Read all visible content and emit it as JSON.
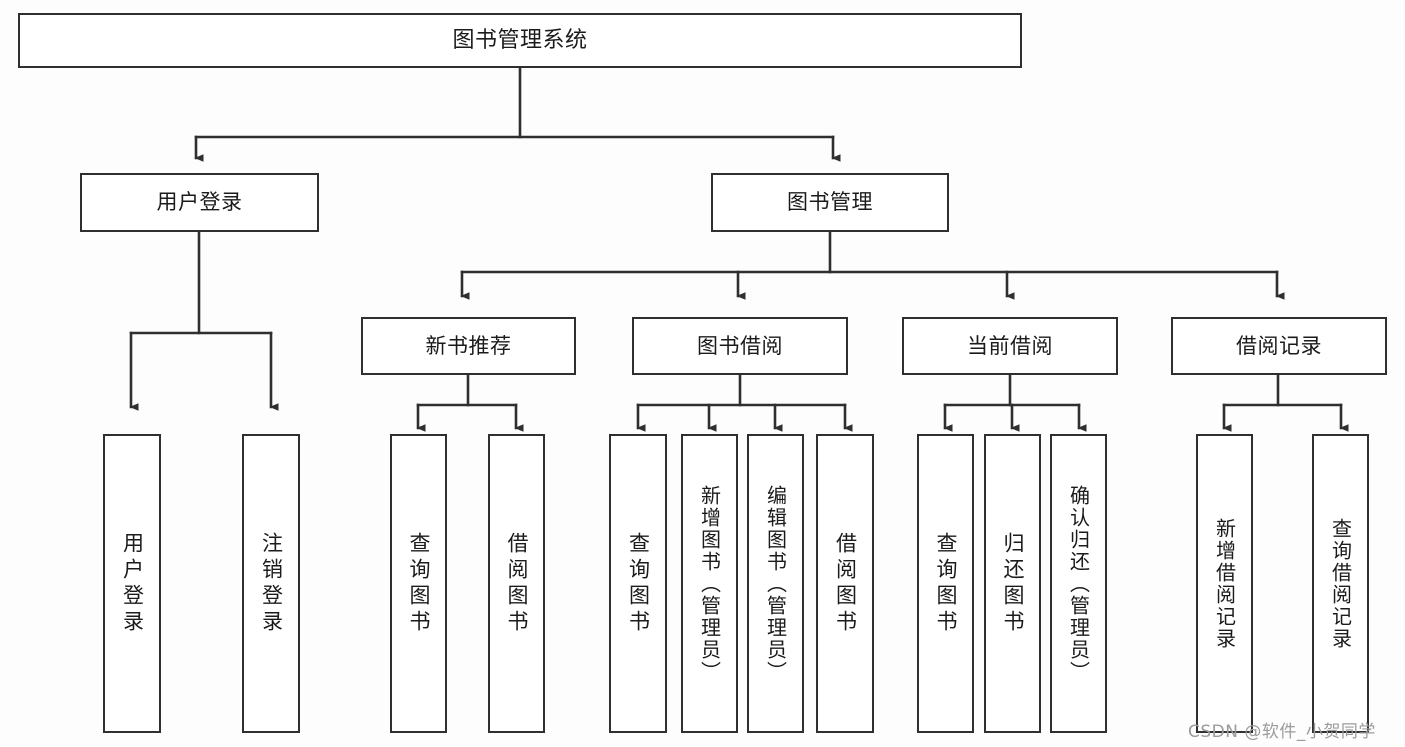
{
  "diagram": {
    "title": "图书管理系统",
    "type": "tree",
    "colors": {
      "border": "#2f2f2f",
      "node_fill": "#ffffff",
      "edge": "#2f2f2f",
      "text": "#1b1b1b",
      "background": "#fdfdfd",
      "watermark": "#9b9b9b"
    },
    "root": {
      "label": "图书管理系统"
    },
    "level2": [
      {
        "label": "用户登录"
      },
      {
        "label": "图书管理"
      }
    ],
    "level3": [
      {
        "label": "新书推荐"
      },
      {
        "label": "图书借阅"
      },
      {
        "label": "当前借阅"
      },
      {
        "label": "借阅记录"
      }
    ],
    "leaves": {
      "user_login": [
        {
          "label": "用户登录"
        },
        {
          "label": "注销登录"
        }
      ],
      "new_book_recommend": [
        {
          "label": "查询图书"
        },
        {
          "label": "借阅图书"
        }
      ],
      "book_borrow": [
        {
          "label": "查询图书"
        },
        {
          "label": "新增图书（管理员）"
        },
        {
          "label": "编辑图书（管理员）"
        },
        {
          "label": "借阅图书"
        }
      ],
      "current_borrow": [
        {
          "label": "查询图书"
        },
        {
          "label": "归还图书"
        },
        {
          "label": "确认归还（管理员）"
        }
      ],
      "borrow_record": [
        {
          "label": "新增借阅记录"
        },
        {
          "label": "查询借阅记录"
        }
      ]
    }
  },
  "watermark": {
    "text": "CSDN @软件_小贺同学"
  }
}
